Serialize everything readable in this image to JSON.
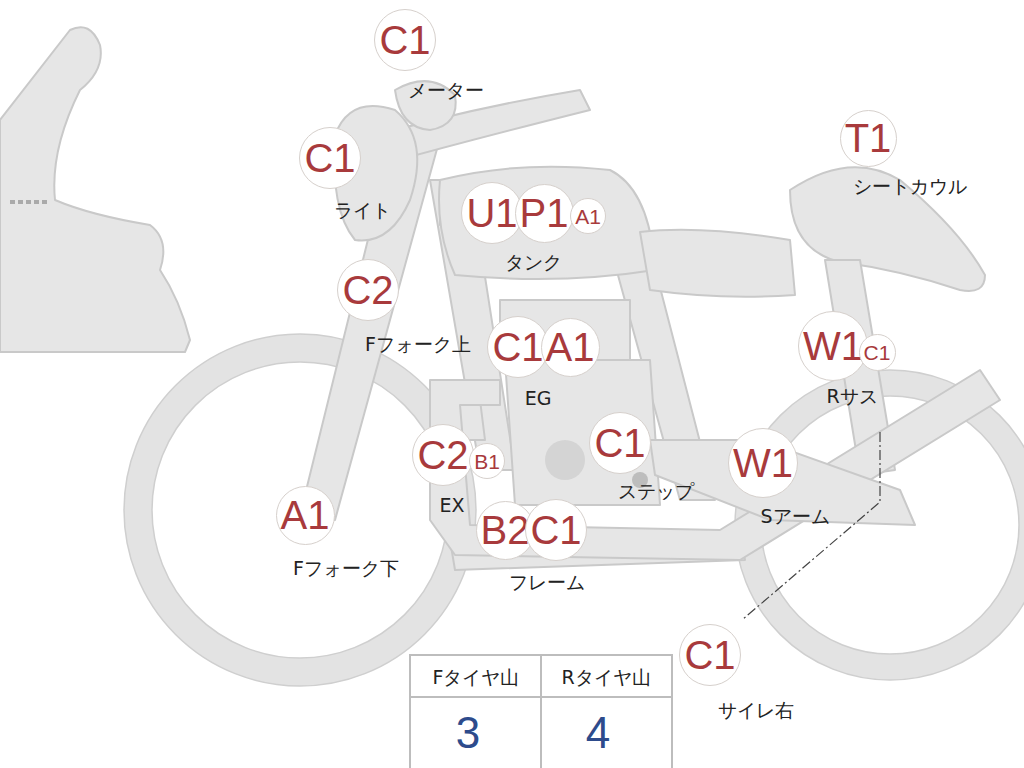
{
  "diagram": {
    "nodes": [
      {
        "text": [
          "C1"
        ]
      },
      {
        "text": [
          "C1"
        ]
      },
      {
        "text": [
          "T1"
        ]
      },
      {
        "text": [
          "U1"
        ]
      },
      {
        "text": [
          "P1"
        ]
      },
      {
        "text": [
          "A1"
        ]
      },
      {
        "text": [
          "C2"
        ]
      },
      {
        "text": [
          "C1"
        ]
      },
      {
        "text": [
          "A1"
        ]
      },
      {
        "text": [
          "W1"
        ]
      },
      {
        "text": [
          "C1"
        ]
      },
      {
        "text": [
          "C2"
        ]
      },
      {
        "text": [
          "B1"
        ]
      },
      {
        "text": [
          "C1"
        ]
      },
      {
        "text": [
          "W1"
        ]
      },
      {
        "text": [
          "A1"
        ]
      },
      {
        "text": [
          "B2"
        ]
      },
      {
        "text": [
          "C1"
        ]
      },
      {
        "text": [
          "C1"
        ]
      }
    ],
    "labels": [
      "メーター",
      "ライト",
      "シートカウル",
      "タンク",
      "Fフォーク上",
      "Rサス",
      "EG",
      "EX",
      "ステップ",
      "Sアーム",
      "Fフォーク下",
      "フレーム",
      "Fタイヤ山",
      "Rタイヤ山",
      "3",
      "4",
      "サイレ右"
    ]
  }
}
